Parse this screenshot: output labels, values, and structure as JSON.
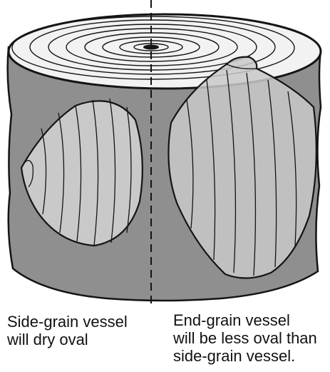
{
  "captions": {
    "side_grain": {
      "line1": "Side-grain vessel",
      "line2": "will dry oval"
    },
    "end_grain": {
      "line1": "End-grain vessel",
      "line2": "will be less oval than",
      "line3": "side-grain vessel."
    }
  },
  "colors": {
    "bark": "#8f8f8f",
    "end_face": "#f2f2f2",
    "vessel_fill": "#c9c9c9",
    "ink": "#141414"
  }
}
